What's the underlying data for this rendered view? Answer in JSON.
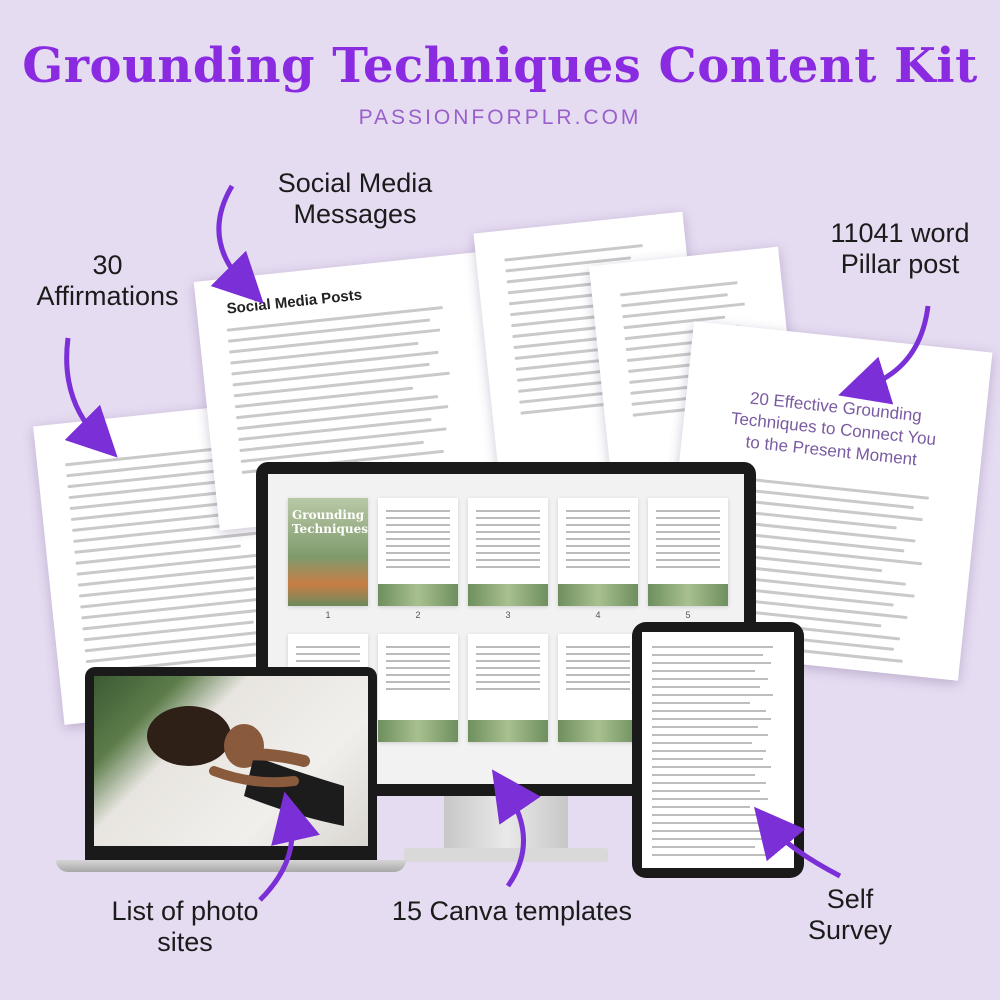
{
  "header": {
    "title": "Grounding Techniques Content Kit",
    "subtitle": "PASSIONFORPLR.COM"
  },
  "labels": {
    "social_media": "Social Media Messages",
    "affirmations": "30 Affirmations",
    "pillar_post": "11041 word Pillar post",
    "photo_sites": "List of photo sites",
    "canva_templates": "15 Canva templates",
    "self_survey": "Self Survey"
  },
  "pages": {
    "social_heading": "Social Media Posts",
    "pillar_heading": "20 Effective Grounding Techniques to Connect You to the Present Moment"
  },
  "templates": {
    "cover_title": "Grounding Techniques",
    "numbers": [
      "1",
      "2",
      "3",
      "4",
      "5"
    ]
  },
  "colors": {
    "accent": "#8a2be2",
    "background": "#e6dcf2"
  }
}
